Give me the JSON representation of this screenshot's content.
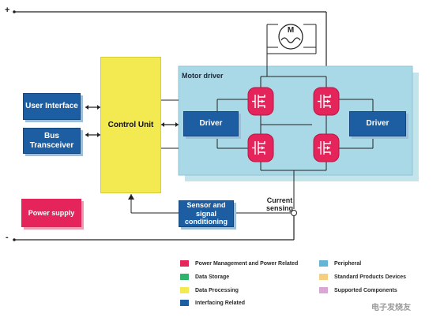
{
  "rails": {
    "plus": "+",
    "minus": "-"
  },
  "blocks": {
    "user_interface": "User Interface",
    "bus_transceiver": "Bus Transceiver",
    "power_supply": "Power supply",
    "control_unit": "Control Unit",
    "motor_driver_title": "Motor driver",
    "driver_left": "Driver",
    "driver_right": "Driver",
    "sensor": "Sensor and signal conditioning",
    "current_sensing": "Current sensing",
    "motor_symbol": "M"
  },
  "legend": [
    {
      "label": "Power Management and Power Related",
      "color": "#e4245a"
    },
    {
      "label": "Data Storage",
      "color": "#2fb36b"
    },
    {
      "label": "Data Processing",
      "color": "#f3ea52"
    },
    {
      "label": "Interfacing Related",
      "color": "#1d5ea3"
    },
    {
      "label": "Peripheral",
      "color": "#64b4d6"
    },
    {
      "label": "Standard Products Devices",
      "color": "#f5cf80"
    },
    {
      "label": "Supported Components",
      "color": "#d9a7d6"
    }
  ],
  "watermark": "电子发烧友"
}
